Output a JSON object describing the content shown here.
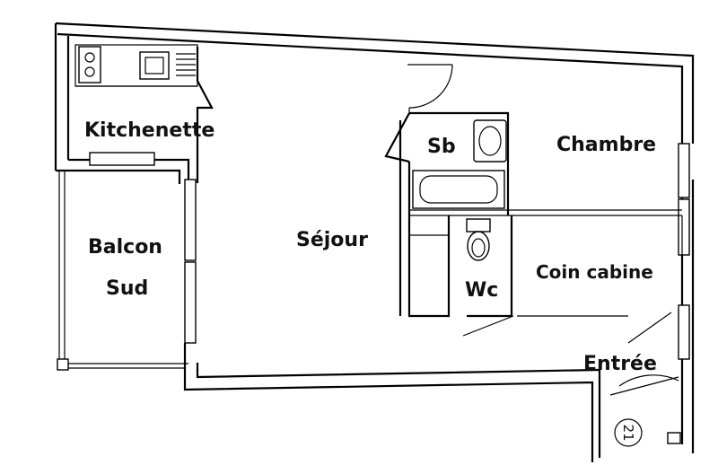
{
  "rooms": {
    "kitchenette": "Kitchenette",
    "balcon_line1": "Balcon",
    "balcon_line2": "Sud",
    "sejour": "Séjour",
    "sb": "Sb",
    "chambre": "Chambre",
    "wc": "Wc",
    "coin_cabine": "Coin cabine",
    "entree": "Entrée"
  },
  "unit_number": "21",
  "icons": [
    "stove-icon",
    "sink-icon",
    "washbasin-icon",
    "bathtub-icon",
    "toilet-icon"
  ]
}
